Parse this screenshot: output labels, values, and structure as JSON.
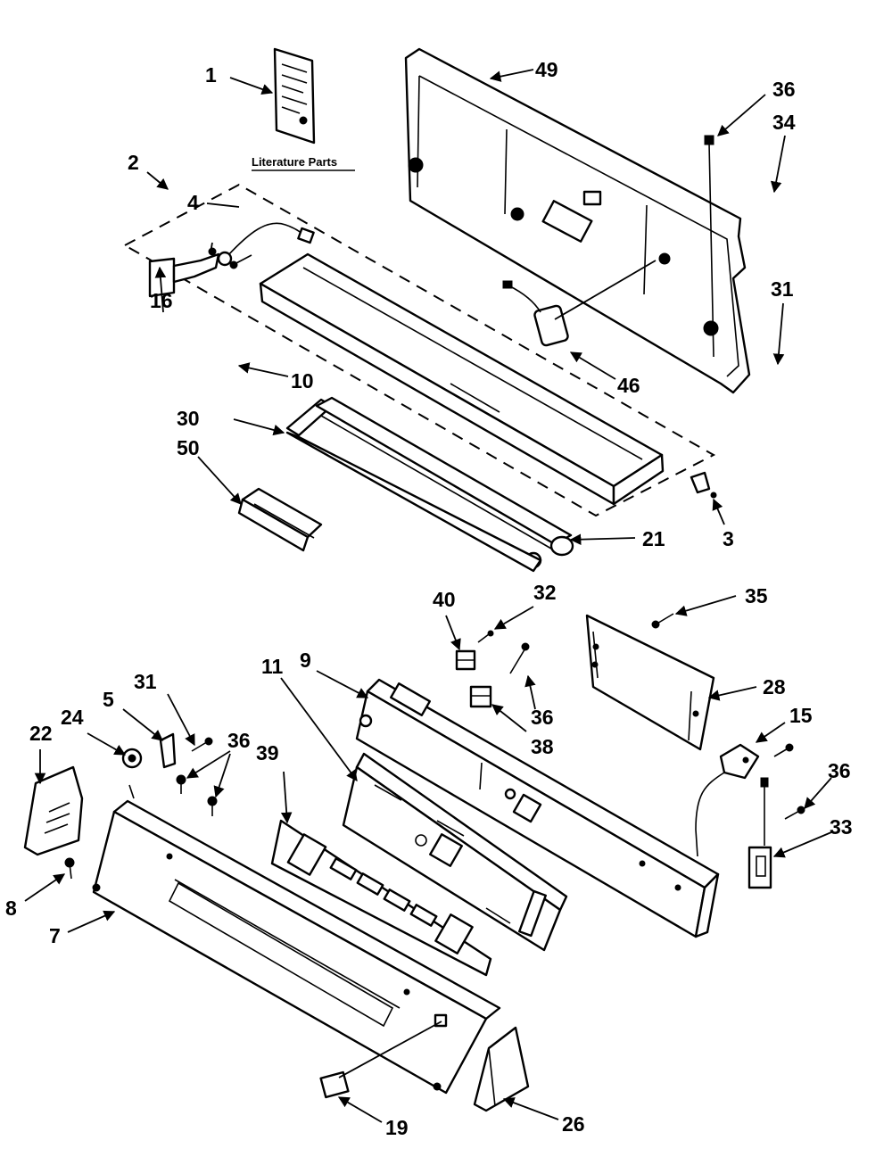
{
  "literature_caption": "Literature Parts",
  "callouts": {
    "c1": "1",
    "c2": "2",
    "c3": "3",
    "c4": "4",
    "c5": "5",
    "c7": "7",
    "c8": "8",
    "c9": "9",
    "c10": "10",
    "c11": "11",
    "c15": "15",
    "c16": "16",
    "c19": "19",
    "c21": "21",
    "c22": "22",
    "c24": "24",
    "c26": "26",
    "c28": "28",
    "c30": "30",
    "c31a": "31",
    "c31b": "31",
    "c32": "32",
    "c33": "33",
    "c34": "34",
    "c35": "35",
    "c36a": "36",
    "c36b": "36",
    "c36c": "36",
    "c36d": "36",
    "c38": "38",
    "c39": "39",
    "c40": "40",
    "c46": "46",
    "c49": "49",
    "c50": "50"
  }
}
